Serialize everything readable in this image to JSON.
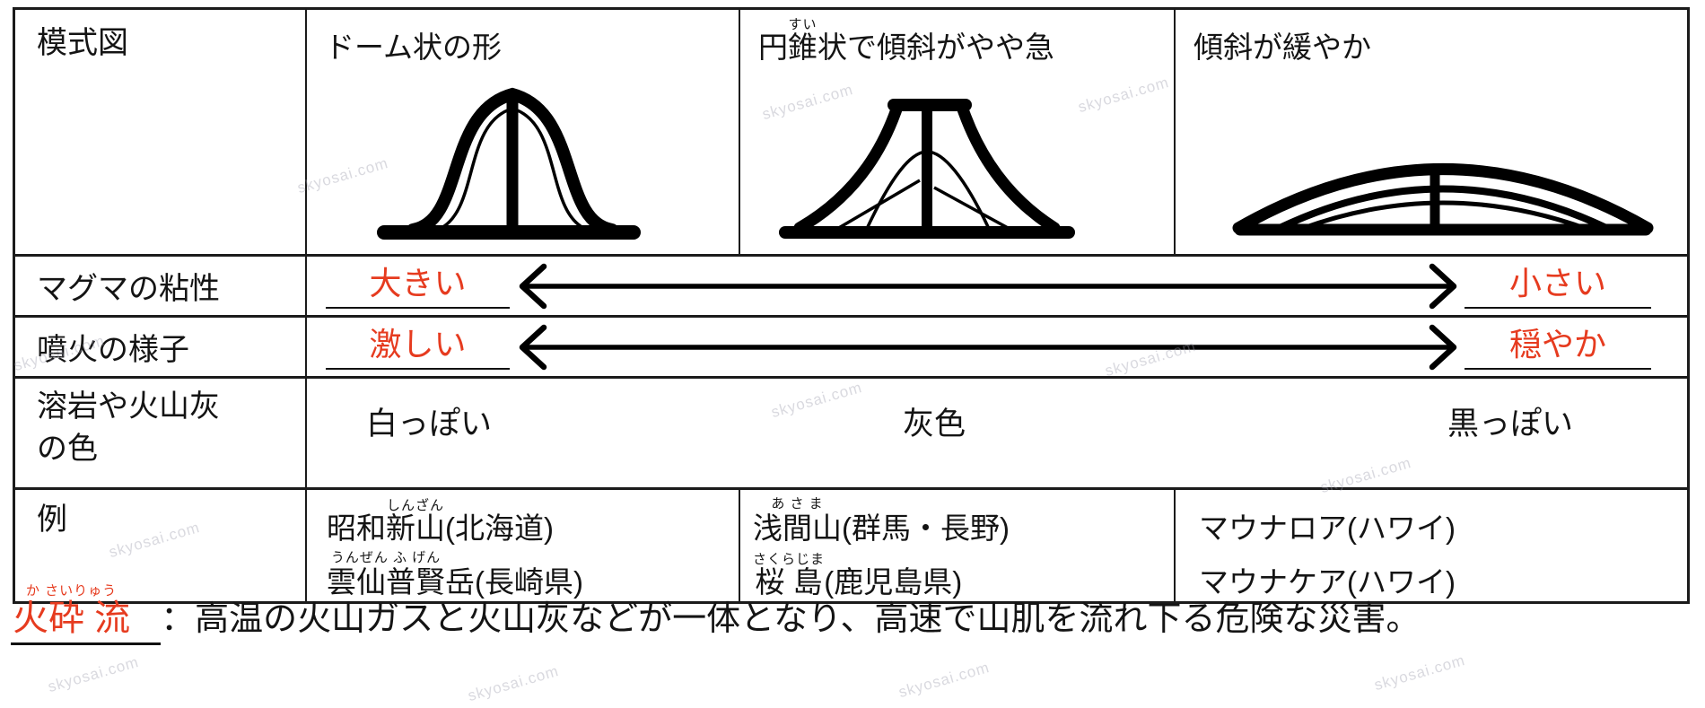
{
  "colors": {
    "accent_red": "#e63b1f",
    "border": "#1b1b1b"
  },
  "watermark": {
    "text": "skyosai.com"
  },
  "table": {
    "schematic_row": {
      "label": "模式図",
      "headers": {
        "dome": [
          {
            "t": "ドーム状の形"
          }
        ],
        "cone": [
          {
            "t": "円"
          },
          {
            "t": "錐",
            "r": "すい"
          },
          {
            "t": "状で傾斜がやや急"
          }
        ],
        "shield": [
          {
            "t": "傾斜が緩やか"
          }
        ]
      },
      "diagrams": {
        "dome": "dome-volcano",
        "cone": "cone-volcano",
        "shield": "shield-volcano"
      }
    },
    "viscosity_row": {
      "label": "マグマの粘性",
      "left_value": "大きい",
      "right_value": "小さい"
    },
    "eruption_row": {
      "label": "噴火の様子",
      "left_value": "激しい",
      "right_value": "穏やか"
    },
    "color_row": {
      "label_line1": "溶岩や火山灰",
      "label_line2": "の色",
      "left": "白っぽい",
      "middle": "灰色",
      "right": "黒っぽい"
    },
    "example_row": {
      "label": "例",
      "dome": [
        [
          {
            "t": "昭和"
          },
          {
            "t": "新山",
            "r": "しんざん"
          },
          {
            "t": "(北海道)"
          }
        ],
        [
          {
            "t": "雲仙普賢",
            "r": "うんぜん ふ げん"
          },
          {
            "t": "岳(長崎県)"
          }
        ]
      ],
      "cone": [
        [
          {
            "t": "浅間山",
            "r": "あ さ ま"
          },
          {
            "t": "(群馬・長野)"
          }
        ],
        [
          {
            "t": "桜 島",
            "r": "さくらじま"
          },
          {
            "t": "(鹿児島県)"
          }
        ]
      ],
      "shield": [
        [
          {
            "t": "マウナロア(ハワイ)"
          }
        ],
        [
          {
            "t": "マウナケア(ハワイ)"
          }
        ]
      ]
    }
  },
  "note": {
    "term": [
      {
        "t": "火砕 流",
        "r": "か さいりゅう"
      }
    ],
    "separator": "：",
    "text": "高温の火山ガスと火山灰などが一体となり、高速で山肌を流れ下る危険な災害。"
  }
}
